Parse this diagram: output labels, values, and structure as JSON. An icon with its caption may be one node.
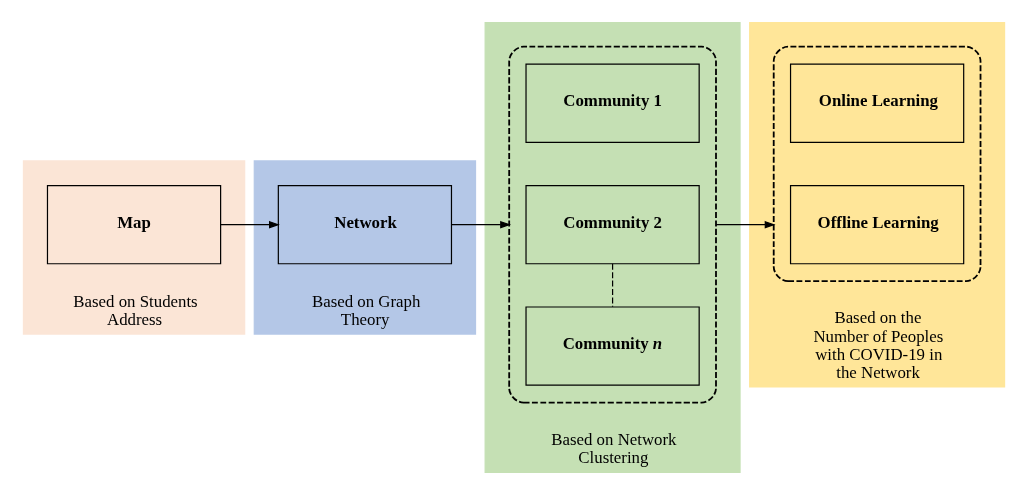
{
  "diagram": {
    "nodes": [
      {
        "text": [
          "Based on Students Address"
        ]
      },
      {
        "text": [
          "Map"
        ],
        "in": 0
      },
      {
        "text": [
          "Based on Graph Theory"
        ]
      },
      {
        "text": [
          "Network"
        ],
        "in": 2
      },
      {
        "text": [
          "Based on Network Clustering"
        ]
      },
      {
        "text": [],
        "shape": "box",
        "in": 4
      },
      {
        "text": [
          "Community 1"
        ],
        "in": 5
      },
      {
        "text": [
          "Community 2"
        ],
        "in": 5
      },
      {
        "text": [
          "Community *n*"
        ],
        "in": 5
      },
      {
        "text": [
          "Based on the Number of Peoples with COVID-19 in the Network"
        ]
      },
      {
        "text": [],
        "shape": "box",
        "in": 9
      },
      {
        "text": [
          "Online Learning"
        ],
        "in": 10
      },
      {
        "text": [
          "Offline Learning"
        ],
        "in": 10
      }
    ],
    "edges": [
      {
        "from": 1,
        "to": 3,
        "arrow": "to"
      },
      {
        "from": 3,
        "to": 5,
        "arrow": "to"
      },
      {
        "from": 5,
        "to": 10,
        "arrow": "to"
      },
      {
        "from": 7,
        "to": 8,
        "arrow": "none",
        "style": "dashed"
      }
    ]
  }
}
